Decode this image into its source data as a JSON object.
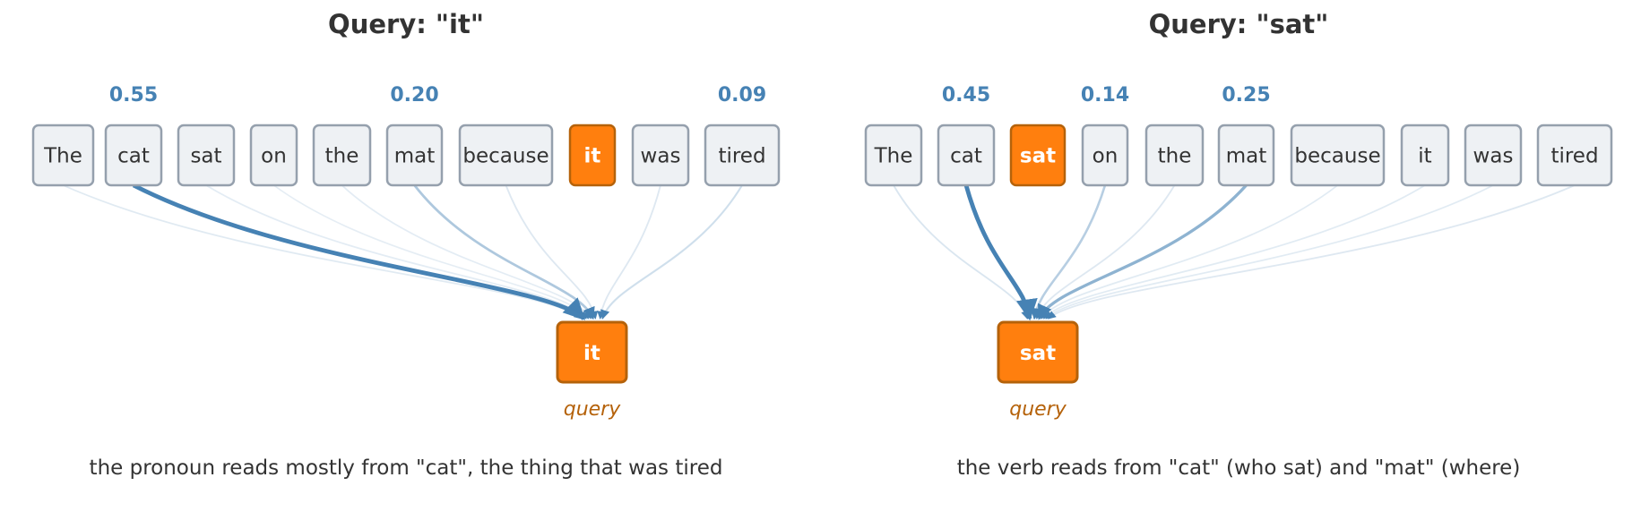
{
  "colors": {
    "edge": "#4682b4",
    "query": "#ff7f0e",
    "query_border": "#b5620a",
    "token_fill": "#eef1f4",
    "token_border": "#95a0ad",
    "weight_label": "#4682b4",
    "text": "#333333"
  },
  "panels": [
    {
      "title": "Query: \"it\"",
      "tokens": [
        "The",
        "cat",
        "sat",
        "on",
        "the",
        "mat",
        "because",
        "it",
        "was",
        "tired"
      ],
      "query_index": 7,
      "query_label": "it",
      "query_caption": "query",
      "weights": [
        0.03,
        0.55,
        0.02,
        0.01,
        0.02,
        0.2,
        0.04,
        0.0,
        0.04,
        0.09
      ],
      "shown_weights": [
        {
          "index": 1,
          "label": "0.55"
        },
        {
          "index": 5,
          "label": "0.20"
        },
        {
          "index": 9,
          "label": "0.09"
        }
      ],
      "caption": "the pronoun reads mostly from \"cat\", the thing that was tired"
    },
    {
      "title": "Query: \"sat\"",
      "tokens": [
        "The",
        "cat",
        "sat",
        "on",
        "the",
        "mat",
        "because",
        "it",
        "was",
        "tired"
      ],
      "query_index": 2,
      "query_label": "sat",
      "query_caption": "query",
      "weights": [
        0.04,
        0.45,
        0.0,
        0.14,
        0.03,
        0.25,
        0.02,
        0.02,
        0.02,
        0.03
      ],
      "shown_weights": [
        {
          "index": 1,
          "label": "0.45"
        },
        {
          "index": 3,
          "label": "0.14"
        },
        {
          "index": 5,
          "label": "0.25"
        }
      ],
      "caption": "the verb reads from \"cat\" (who sat) and \"mat\" (where)"
    }
  ]
}
